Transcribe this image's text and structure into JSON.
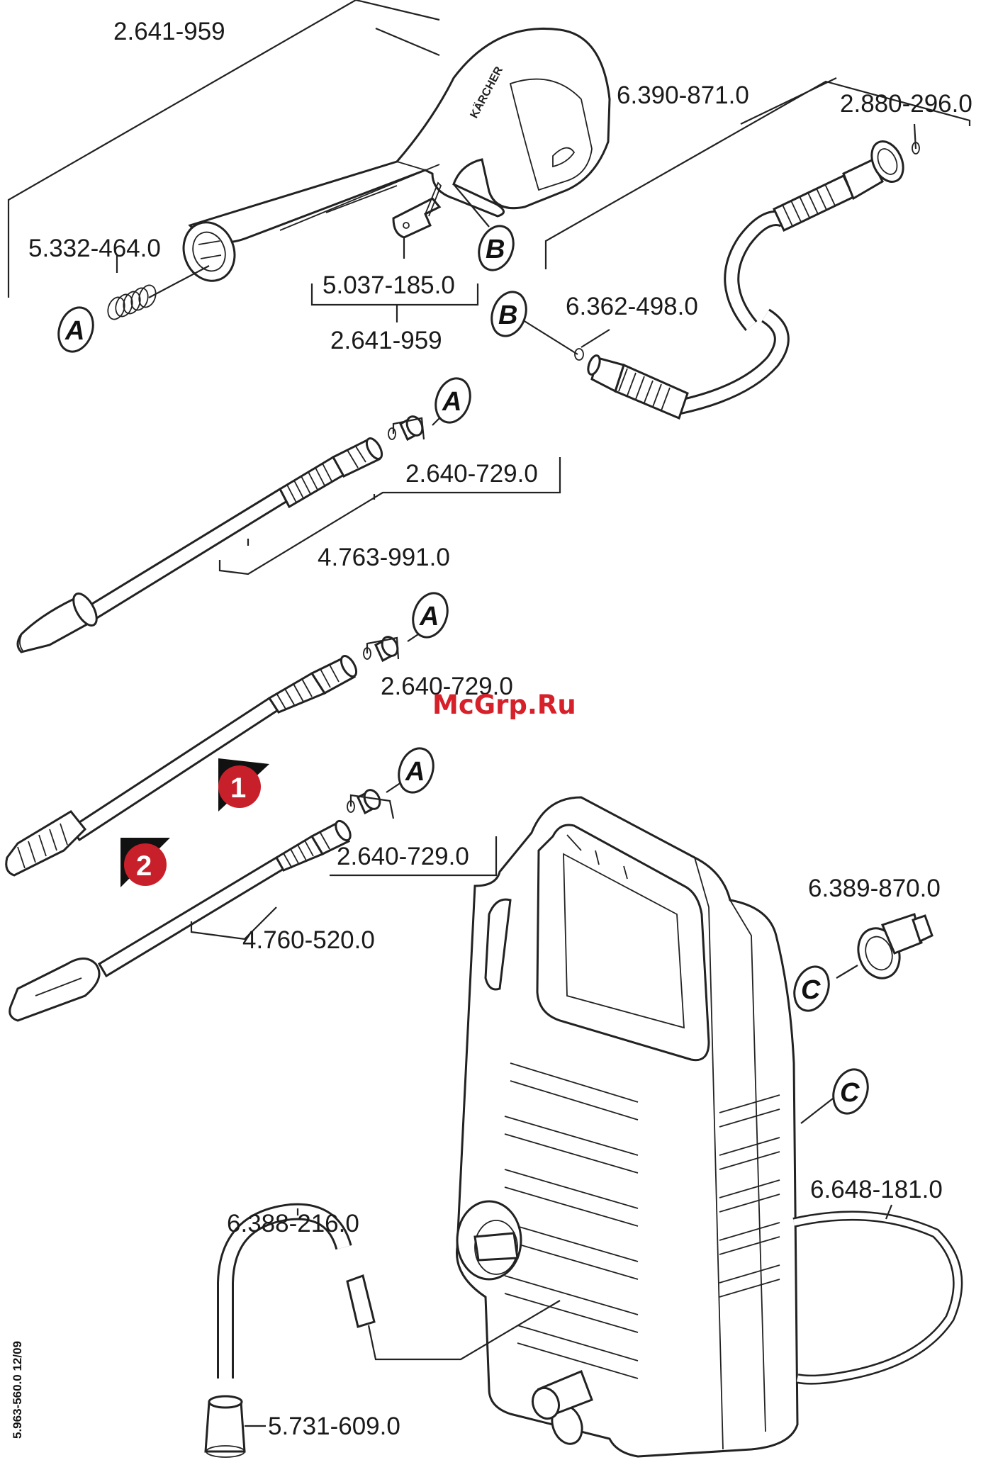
{
  "side_text": "5.963-560.0   12/09",
  "watermark": "McGrp.Ru",
  "badges": {
    "variant_1": "1",
    "variant_2": "2"
  },
  "callouts": {
    "a": "A",
    "b": "B",
    "c": "C"
  },
  "part_numbers": {
    "gun_top": "2.641-959",
    "gun_bottom": "2.641-959",
    "hose_assembly": "6.390-871.0",
    "oring_hose_end": "2.880-296.0",
    "spring_stack": "5.332-464.0",
    "clip": "5.037-185.0",
    "oring_hose_gun": "6.362-498.0",
    "nozzle_fitting_1": "2.640-729.0",
    "lance_1": "4.763-991.0",
    "nozzle_fitting_2": "2.640-729.0",
    "nozzle_fitting_3": "2.640-729.0",
    "lance_2": "4.760-520.0",
    "water_connector": "6.389-870.0",
    "power_cable": "6.648-181.0",
    "suction_hose": "6.388-216.0",
    "filter": "5.731-609.0"
  }
}
